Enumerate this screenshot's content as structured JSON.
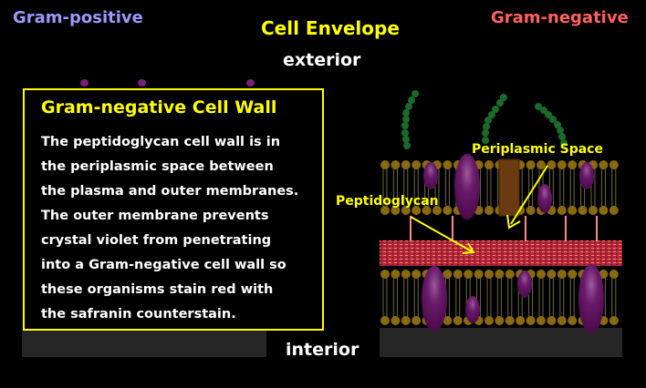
{
  "header": {
    "left_label": "Gram-positive",
    "title": "Cell Envelope",
    "right_label": "Gram-negative"
  },
  "orientation": {
    "exterior": "exterior",
    "interior": "interior"
  },
  "info_box": {
    "title": "Gram-negative Cell Wall",
    "lines": [
      "The peptidoglycan cell wall is in",
      "the periplasmic space between",
      "the plasma and outer membranes.",
      "The outer membrane prevents",
      "crystal violet from penetrating",
      "into a Gram-negative cell wall so",
      "these organisms stain red with",
      "the safranin counterstain."
    ]
  },
  "diagram_labels": {
    "periplasmic_space": "Periplasmic Space",
    "peptidoglycan": "Peptidoglycan"
  },
  "colors": {
    "gram_positive": "#9a9aff",
    "gram_negative": "#ff6060",
    "highlight": "#ffff00",
    "lipid_head": "#8a6a10",
    "protein": "#6a1a6a",
    "peptidoglycan": "#c83040",
    "lps": "#1a6a2a"
  }
}
